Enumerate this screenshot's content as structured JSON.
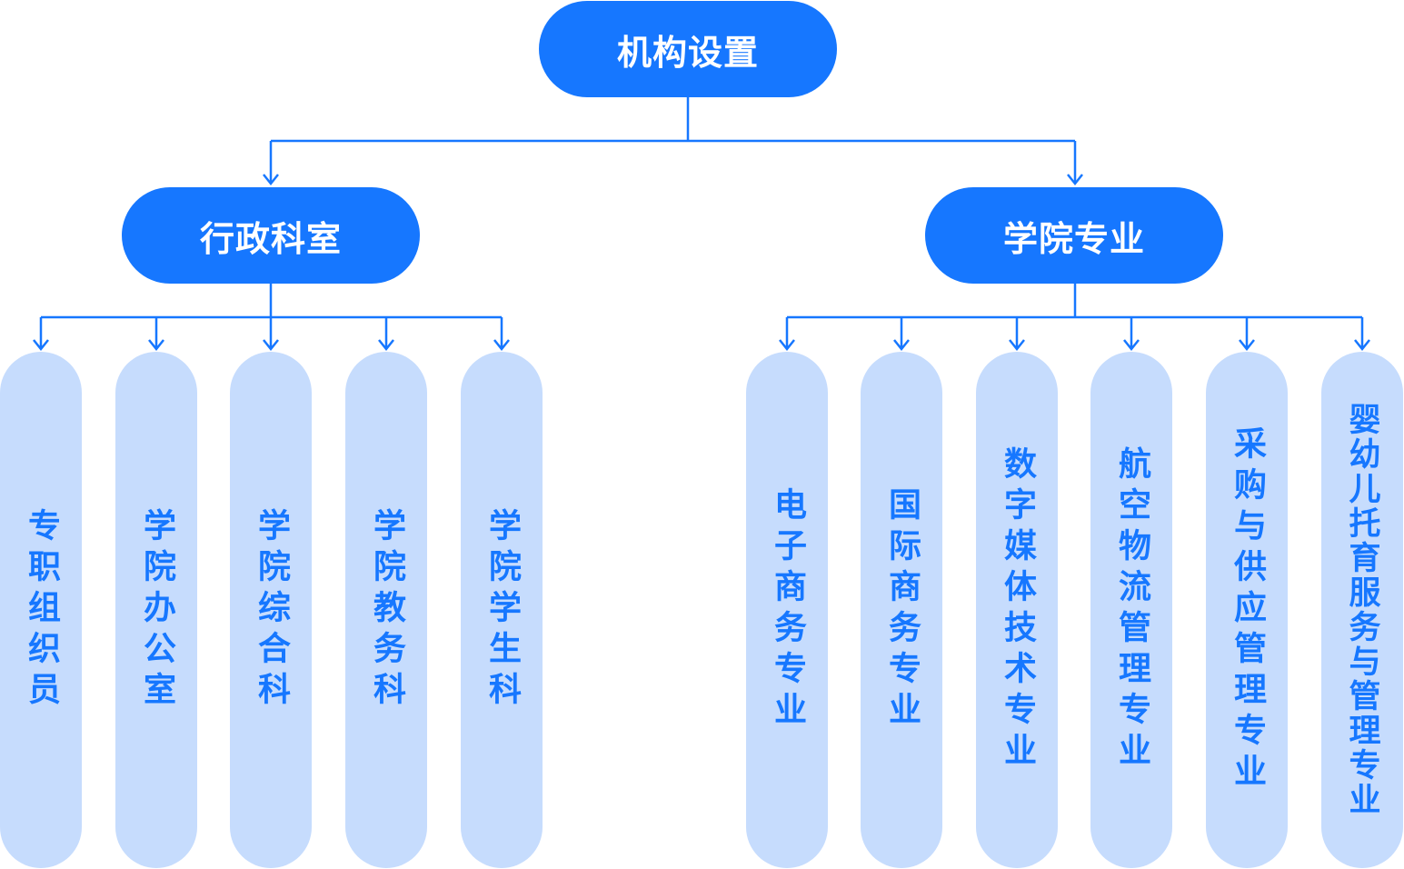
{
  "root": {
    "label": "机构设置"
  },
  "branches": [
    {
      "label": "行政科室",
      "children": [
        "专职组织员",
        "学院办公室",
        "学院综合科",
        "学院教务科",
        "学院学生科"
      ]
    },
    {
      "label": "学院专业",
      "children": [
        "电子商务专业",
        "国际商务专业",
        "数字媒体技术专业",
        "航空物流管理专业",
        "采购与供应管理专业",
        "婴幼儿托育服务与管理专业"
      ]
    }
  ],
  "colors": {
    "primary": "#1677ff",
    "leaf_bg": "#c6dcfd",
    "line": "#1677ff"
  }
}
